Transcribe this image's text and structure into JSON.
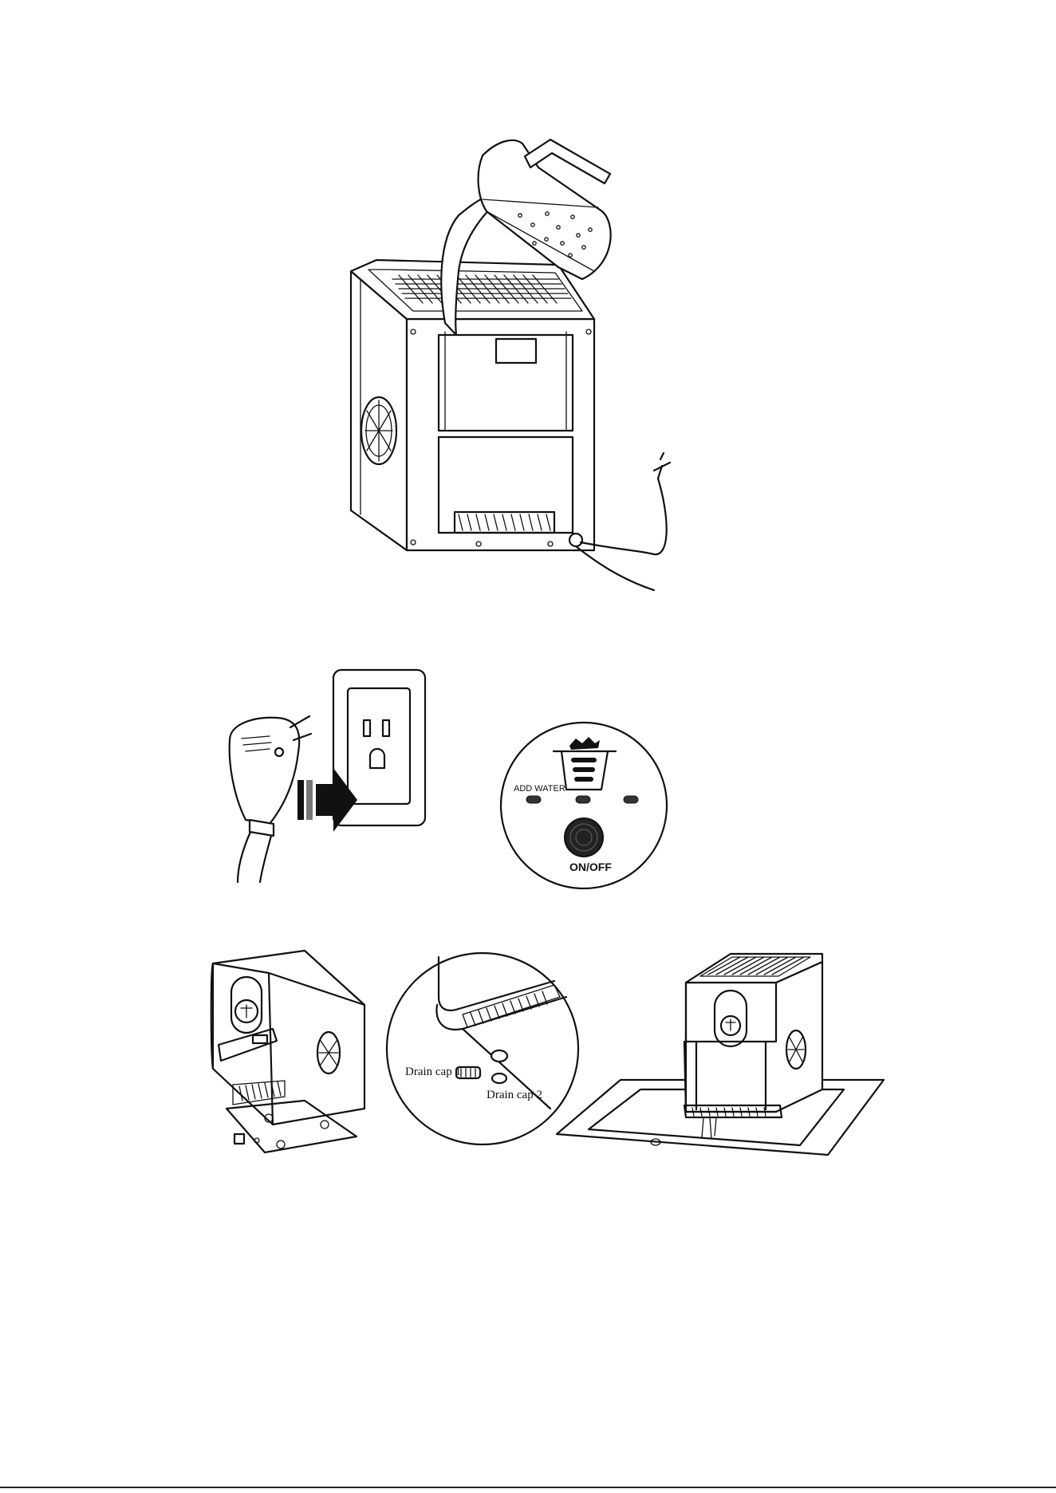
{
  "figures": [
    {
      "id": "fill-water"
    },
    {
      "id": "plug-in"
    },
    {
      "id": "control-panel"
    },
    {
      "id": "drain-bottom"
    },
    {
      "id": "drain-caps"
    },
    {
      "id": "drain-sink"
    }
  ],
  "control_panel": {
    "add_water_label": "ADD WATER",
    "power_label": "ON/OFF"
  },
  "drain": {
    "cap1_label": "Drain cap 1",
    "cap2_label": "Drain cap 2"
  }
}
